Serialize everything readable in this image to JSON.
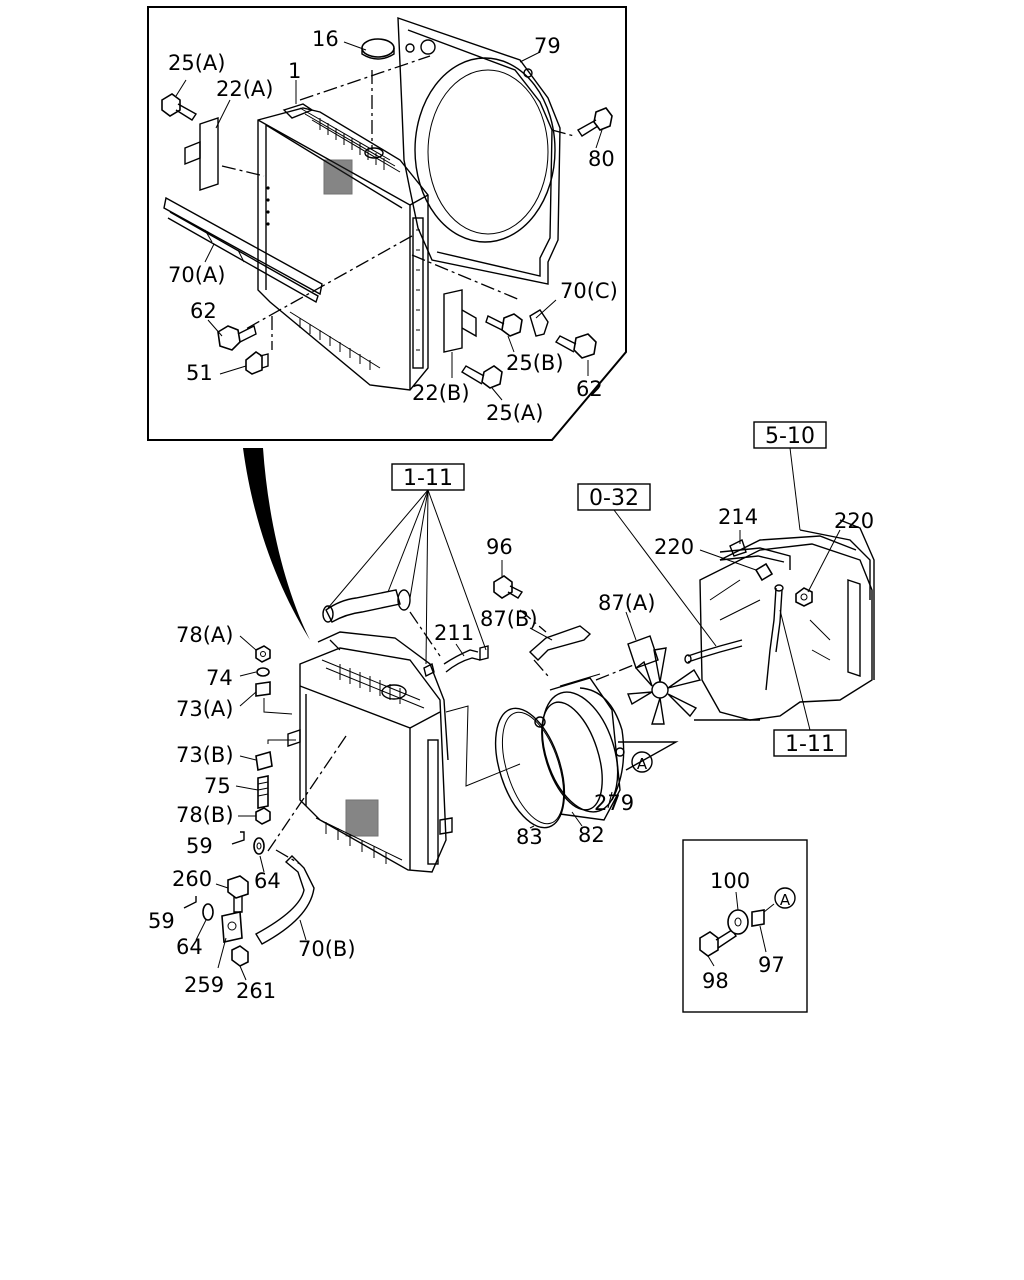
{
  "labels": {
    "l16": "16",
    "l79": "79",
    "l25a_top": "25(A)",
    "l22a": "22(A)",
    "l1": "1",
    "l80": "80",
    "l70a": "70(A)",
    "l70c": "70(C)",
    "l62_left": "62",
    "l51": "51",
    "l25b": "25(B)",
    "l62_right": "62",
    "l22b": "22(B)",
    "l25a_bottom": "25(A)",
    "l96": "96",
    "l87b": "87(B)",
    "l87a": "87(A)",
    "l211": "211",
    "l214": "214",
    "l220_left": "220",
    "l220_right": "220",
    "l78a": "78(A)",
    "l74": "74",
    "l73a": "73(A)",
    "l73b": "73(B)",
    "l75": "75",
    "l78b": "78(B)",
    "l59_upper": "59",
    "l64_upper": "64",
    "l260": "260",
    "l59_lower": "59",
    "l64_lower": "64",
    "l259": "259",
    "l261": "261",
    "l70b": "70(B)",
    "l83": "83",
    "l82": "82",
    "l279": "279",
    "l100": "100",
    "l98": "98",
    "l97": "97"
  },
  "ref_boxes": {
    "r1_11_top": "1-11",
    "r0_32": "0-32",
    "r5_10": "5-10",
    "r1_11_right": "1-11"
  },
  "callouts": {
    "a_main": "A",
    "a_inset": "A"
  }
}
